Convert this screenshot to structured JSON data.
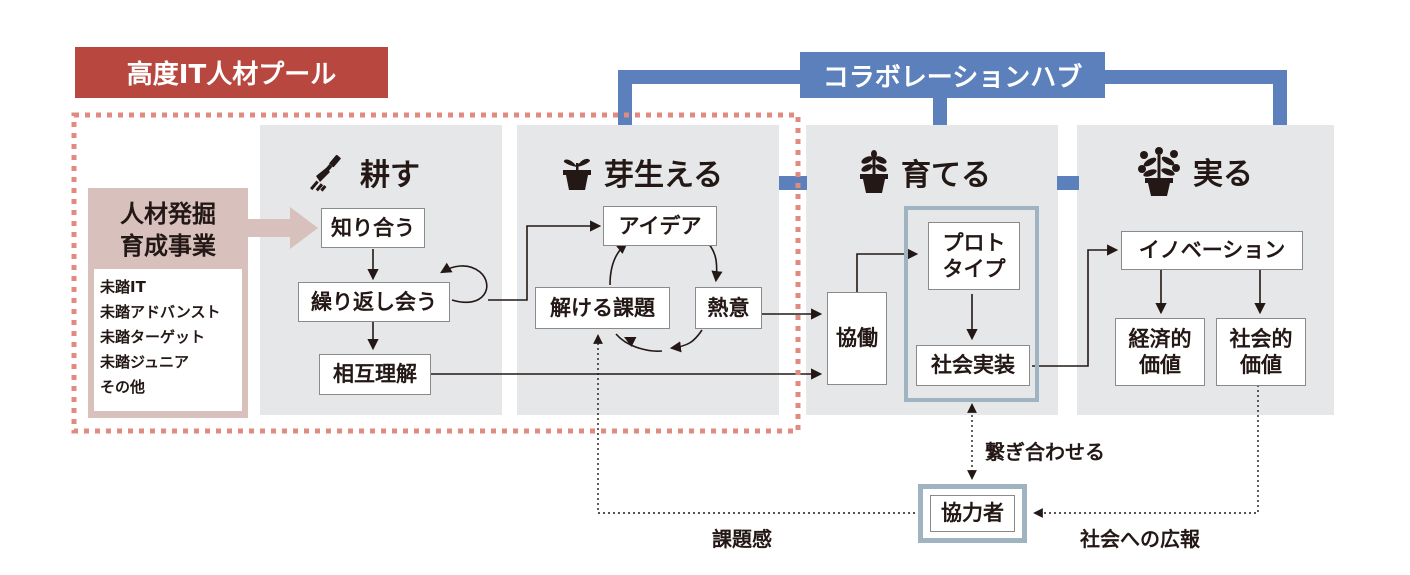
{
  "banner_pool": "高度IT人材プール",
  "banner_hub": "コラボレーションハブ",
  "stages": {
    "cultivate": "耕す",
    "sprout": "芽生える",
    "grow": "育てる",
    "fruit": "実る"
  },
  "program": {
    "title_line1": "人材発掘",
    "title_line2": "育成事業",
    "items": [
      "未踏IT",
      "未踏アドバンスト",
      "未踏ターゲット",
      "未踏ジュニア",
      "その他"
    ]
  },
  "nodes": {
    "shiriau": "知り合う",
    "kurikaeshi": "繰り返し会う",
    "sougo": "相互理解",
    "idea": "アイデア",
    "tokeru": "解ける課題",
    "netsui": "熱意",
    "kyoudou": "協働",
    "proto_line1": "プロト",
    "proto_line2": "タイプ",
    "shakai_jissou": "社会実装",
    "innovation": "イノベーション",
    "keizai_line1": "経済的",
    "keizai_line2": "価値",
    "shakaiteki_line1": "社会的",
    "shakaiteki_line2": "価値",
    "kyouryoku": "協力者"
  },
  "edge_labels": {
    "tsunagi": "繋ぎ合わせる",
    "kadaikan": "課題感",
    "kouhou": "社会への広報"
  },
  "colors": {
    "pool_red": "#b8473f",
    "hub_blue": "#5b80bc",
    "program_pink": "#d8c0bc",
    "panel_gray": "#e6e7e8",
    "highlight_border": "#9fb4c0"
  }
}
